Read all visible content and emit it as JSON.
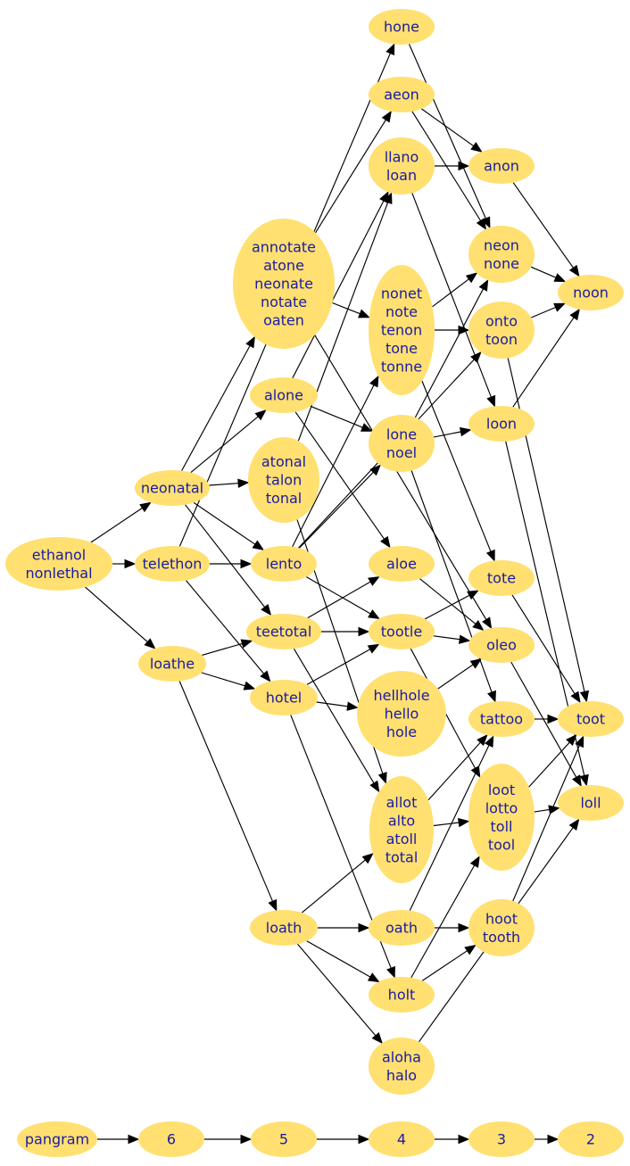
{
  "colors": {
    "node_fill": "#ffe070",
    "node_text": "#1a1aa6",
    "edge": "#000000",
    "background": "#ffffff"
  },
  "nodes": [
    {
      "id": "ethanol",
      "lines": [
        "ethanol",
        "nonlethal"
      ]
    },
    {
      "id": "neonatal",
      "lines": [
        "neonatal"
      ]
    },
    {
      "id": "telethon",
      "lines": [
        "telethon"
      ]
    },
    {
      "id": "loathe",
      "lines": [
        "loathe"
      ]
    },
    {
      "id": "annotate",
      "lines": [
        "annotate",
        "atone",
        "neonate",
        "notate",
        "oaten"
      ]
    },
    {
      "id": "alone",
      "lines": [
        "alone"
      ]
    },
    {
      "id": "atonal",
      "lines": [
        "atonal",
        "talon",
        "tonal"
      ]
    },
    {
      "id": "lento",
      "lines": [
        "lento"
      ]
    },
    {
      "id": "teetotal",
      "lines": [
        "teetotal"
      ]
    },
    {
      "id": "hotel",
      "lines": [
        "hotel"
      ]
    },
    {
      "id": "loath",
      "lines": [
        "loath"
      ]
    },
    {
      "id": "hone",
      "lines": [
        "hone"
      ]
    },
    {
      "id": "aeon",
      "lines": [
        "aeon"
      ]
    },
    {
      "id": "llano",
      "lines": [
        "llano",
        "loan"
      ]
    },
    {
      "id": "nonet",
      "lines": [
        "nonet",
        "note",
        "tenon",
        "tone",
        "tonne"
      ]
    },
    {
      "id": "lone",
      "lines": [
        "lone",
        "noel"
      ]
    },
    {
      "id": "aloe",
      "lines": [
        "aloe"
      ]
    },
    {
      "id": "tootle",
      "lines": [
        "tootle"
      ]
    },
    {
      "id": "hellhole",
      "lines": [
        "hellhole",
        "hello",
        "hole"
      ]
    },
    {
      "id": "allot",
      "lines": [
        "allot",
        "alto",
        "atoll",
        "total"
      ]
    },
    {
      "id": "oath",
      "lines": [
        "oath"
      ]
    },
    {
      "id": "holt",
      "lines": [
        "holt"
      ]
    },
    {
      "id": "aloha",
      "lines": [
        "aloha",
        "halo"
      ]
    },
    {
      "id": "anon",
      "lines": [
        "anon"
      ]
    },
    {
      "id": "neon",
      "lines": [
        "neon",
        "none"
      ]
    },
    {
      "id": "onto",
      "lines": [
        "onto",
        "toon"
      ]
    },
    {
      "id": "loon",
      "lines": [
        "loon"
      ]
    },
    {
      "id": "tote",
      "lines": [
        "tote"
      ]
    },
    {
      "id": "oleo",
      "lines": [
        "oleo"
      ]
    },
    {
      "id": "tattoo",
      "lines": [
        "tattoo"
      ]
    },
    {
      "id": "loot",
      "lines": [
        "loot",
        "lotto",
        "toll",
        "tool"
      ]
    },
    {
      "id": "hoot",
      "lines": [
        "hoot",
        "tooth"
      ]
    },
    {
      "id": "noon",
      "lines": [
        "noon"
      ]
    },
    {
      "id": "toot",
      "lines": [
        "toot"
      ]
    },
    {
      "id": "loll",
      "lines": [
        "loll"
      ]
    },
    {
      "id": "pangram",
      "lines": [
        "pangram"
      ]
    },
    {
      "id": "r6",
      "lines": [
        "6"
      ]
    },
    {
      "id": "r5",
      "lines": [
        "5"
      ]
    },
    {
      "id": "r4",
      "lines": [
        "4"
      ]
    },
    {
      "id": "r3",
      "lines": [
        "3"
      ]
    },
    {
      "id": "r2",
      "lines": [
        "2"
      ]
    }
  ],
  "edges": [
    [
      "ethanol",
      "neonatal"
    ],
    [
      "ethanol",
      "telethon"
    ],
    [
      "ethanol",
      "loathe"
    ],
    [
      "neonatal",
      "annotate"
    ],
    [
      "neonatal",
      "alone"
    ],
    [
      "neonatal",
      "atonal"
    ],
    [
      "neonatal",
      "lento"
    ],
    [
      "neonatal",
      "teetotal"
    ],
    [
      "telethon",
      "hone"
    ],
    [
      "telethon",
      "lento"
    ],
    [
      "telethon",
      "hotel"
    ],
    [
      "loathe",
      "teetotal"
    ],
    [
      "loathe",
      "hotel"
    ],
    [
      "loathe",
      "loath"
    ],
    [
      "annotate",
      "aeon"
    ],
    [
      "annotate",
      "nonet"
    ],
    [
      "annotate",
      "oleo"
    ],
    [
      "alone",
      "llano"
    ],
    [
      "alone",
      "aloe"
    ],
    [
      "alone",
      "lone"
    ],
    [
      "atonal",
      "llano"
    ],
    [
      "atonal",
      "allot"
    ],
    [
      "lento",
      "onto"
    ],
    [
      "lento",
      "nonet"
    ],
    [
      "lento",
      "lone"
    ],
    [
      "lento",
      "tootle"
    ],
    [
      "teetotal",
      "aloe"
    ],
    [
      "teetotal",
      "tootle"
    ],
    [
      "teetotal",
      "allot"
    ],
    [
      "hotel",
      "tootle"
    ],
    [
      "hotel",
      "hellhole"
    ],
    [
      "hotel",
      "holt"
    ],
    [
      "loath",
      "allot"
    ],
    [
      "loath",
      "oath"
    ],
    [
      "loath",
      "holt"
    ],
    [
      "loath",
      "aloha"
    ],
    [
      "hone",
      "neon"
    ],
    [
      "aeon",
      "anon"
    ],
    [
      "aeon",
      "neon"
    ],
    [
      "llano",
      "anon"
    ],
    [
      "llano",
      "loon"
    ],
    [
      "nonet",
      "neon"
    ],
    [
      "nonet",
      "onto"
    ],
    [
      "nonet",
      "tote"
    ],
    [
      "lone",
      "neon"
    ],
    [
      "lone",
      "loon"
    ],
    [
      "lone",
      "tattoo"
    ],
    [
      "aloe",
      "oleo"
    ],
    [
      "tootle",
      "tote"
    ],
    [
      "tootle",
      "oleo"
    ],
    [
      "tootle",
      "loot"
    ],
    [
      "hellhole",
      "oleo"
    ],
    [
      "allot",
      "tattoo"
    ],
    [
      "allot",
      "loot"
    ],
    [
      "oath",
      "tattoo"
    ],
    [
      "oath",
      "hoot"
    ],
    [
      "holt",
      "loot"
    ],
    [
      "holt",
      "hoot"
    ],
    [
      "aloha",
      "loll"
    ],
    [
      "anon",
      "noon"
    ],
    [
      "neon",
      "noon"
    ],
    [
      "onto",
      "noon"
    ],
    [
      "onto",
      "toot"
    ],
    [
      "loon",
      "noon"
    ],
    [
      "loon",
      "loll"
    ],
    [
      "tote",
      "toot"
    ],
    [
      "oleo",
      "loll"
    ],
    [
      "tattoo",
      "toot"
    ],
    [
      "loot",
      "toot"
    ],
    [
      "loot",
      "loll"
    ],
    [
      "hoot",
      "toot"
    ],
    [
      "pangram",
      "r6"
    ],
    [
      "r6",
      "r5"
    ],
    [
      "r5",
      "r4"
    ],
    [
      "r4",
      "r3"
    ],
    [
      "r3",
      "r2"
    ]
  ]
}
